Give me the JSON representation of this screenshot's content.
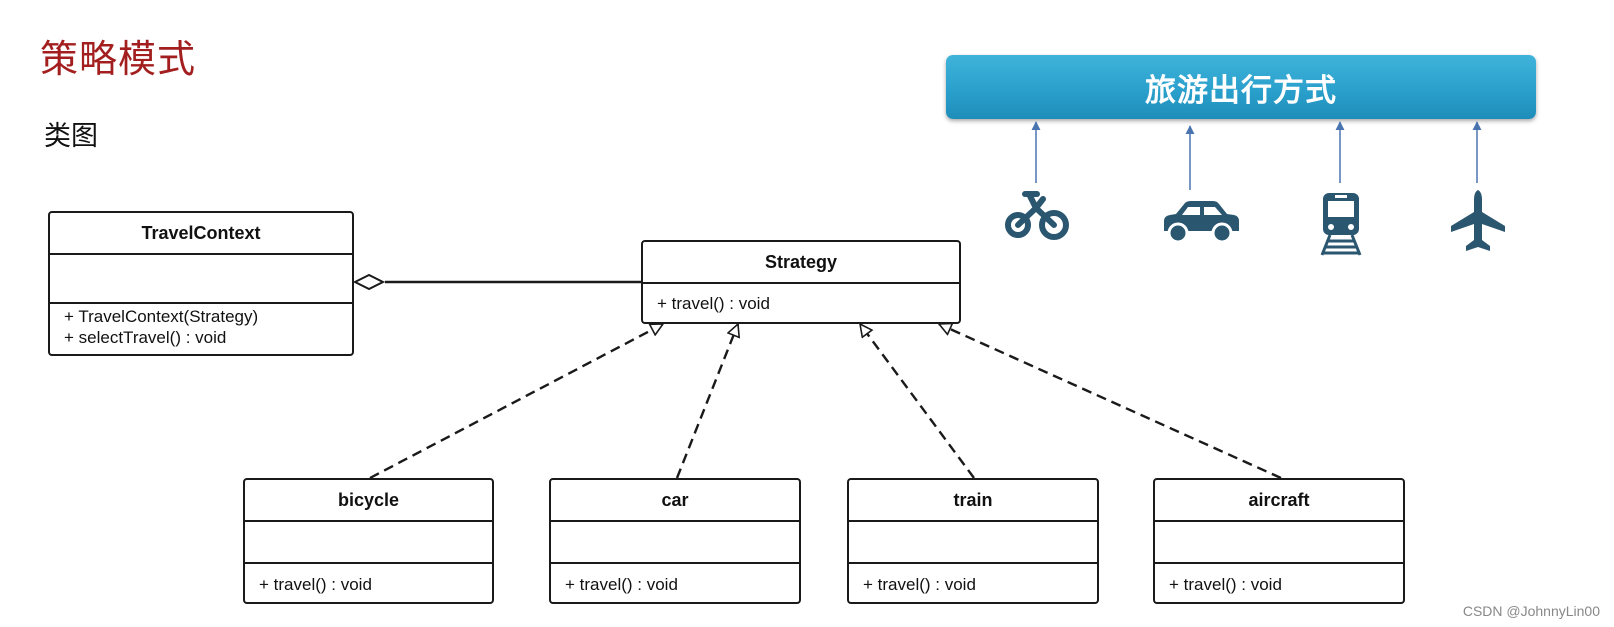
{
  "title": "策略模式",
  "subtitle": "类图",
  "banner": {
    "label": "旅游出行方式"
  },
  "context_class": {
    "name": "TravelContext",
    "operations": [
      "+ TravelContext(Strategy)",
      "+ selectTravel() : void"
    ]
  },
  "strategy_class": {
    "name": "Strategy",
    "operations": [
      "+ travel() : void"
    ]
  },
  "implementations": [
    {
      "name": "bicycle",
      "operation": "+ travel() : void"
    },
    {
      "name": "car",
      "operation": "+ travel() : void"
    },
    {
      "name": "train",
      "operation": "+ travel() : void"
    },
    {
      "name": "aircraft",
      "operation": "+ travel() : void"
    }
  ],
  "icons": [
    "bicycle-icon",
    "car-icon",
    "train-icon",
    "airplane-icon"
  ],
  "colors": {
    "title": "#a31f1f",
    "banner": "#2aa0cc",
    "icon": "#2b5670",
    "arrow": "#4a74b0"
  },
  "watermark": "CSDN @JohnnyLin00"
}
